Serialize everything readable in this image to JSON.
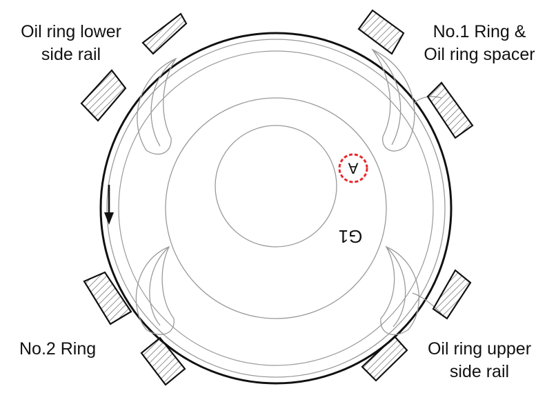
{
  "labels": {
    "oil_ring_lower_side_rail": [
      "Oil ring lower",
      "side rail"
    ],
    "no1_ring_and_spacer": [
      "No.1 Ring &",
      "Oil ring spacer"
    ],
    "no2_ring": [
      "No.2 Ring"
    ],
    "oil_ring_upper_side_rail": [
      "Oil ring upper",
      "side rail"
    ]
  },
  "piston_marks": {
    "mark_a": "A",
    "mark_g1": "G1"
  },
  "colors": {
    "line": "#111111",
    "light_line": "#8a8a8a",
    "highlight": "#e8262b"
  },
  "icons": {
    "direction_arrow": "arrow-down-icon"
  }
}
